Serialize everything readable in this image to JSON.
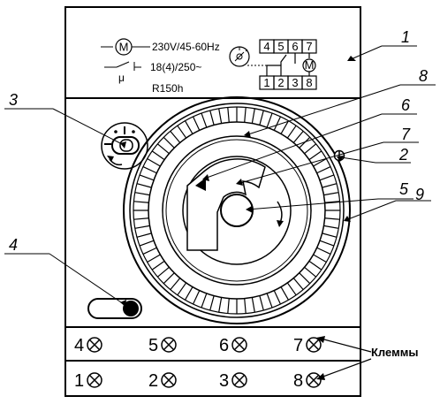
{
  "specs": {
    "motor_symbol": "M",
    "voltage": "230V/45-60Hz",
    "contact_symbol": "μ",
    "contact_rating": "18(4)/250~",
    "model": "R150h"
  },
  "wiring_diagram": {
    "top_pins": [
      "4",
      "5",
      "6",
      "7"
    ],
    "bottom_pins": [
      "1",
      "2",
      "3",
      "8"
    ],
    "motor_symbol": "M"
  },
  "callouts": [
    "1",
    "8",
    "6",
    "7",
    "2",
    "5",
    "9",
    "3",
    "4"
  ],
  "terminals": {
    "top_row": [
      "4",
      "5",
      "6",
      "7"
    ],
    "bottom_row": [
      "1",
      "2",
      "3",
      "8"
    ]
  },
  "terminals_label": "Клеммы"
}
